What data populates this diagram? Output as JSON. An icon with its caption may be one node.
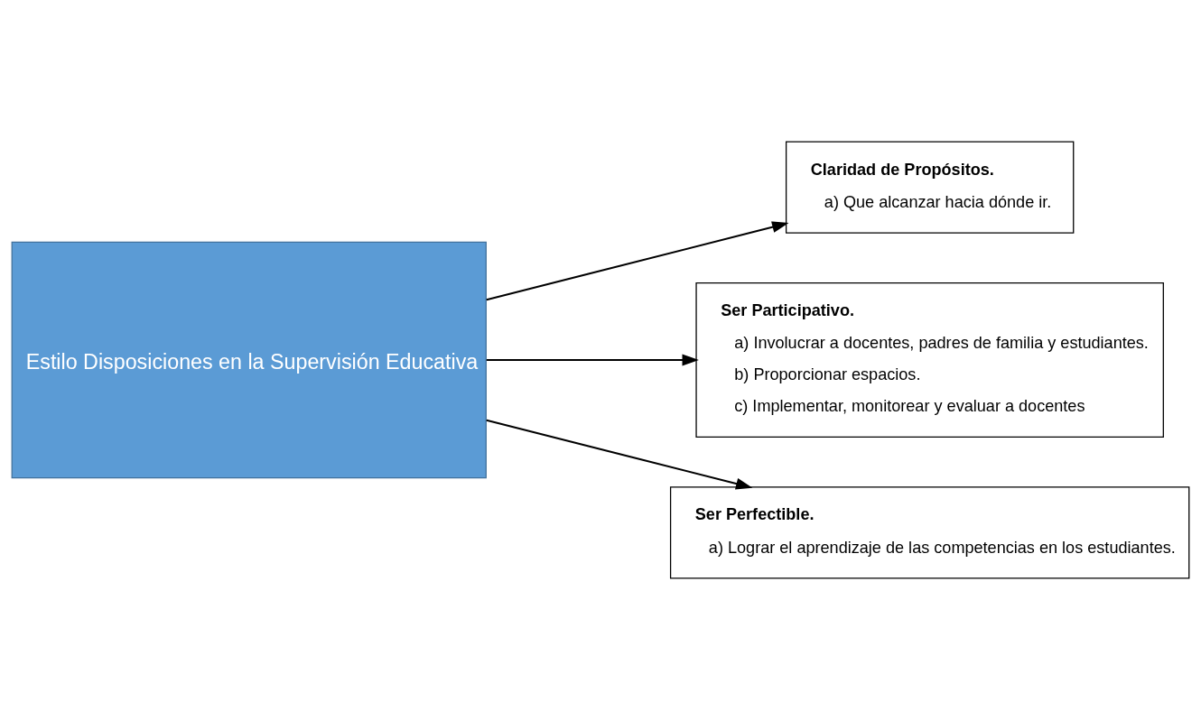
{
  "diagram": {
    "nodes": [
      {
        "text": [
          "Estilo Disposiciones en la Supervisión Educativa"
        ]
      },
      {
        "text": [
          "Claridad de Propósitos.",
          "a) Que alcanzar hacia dónde ir."
        ]
      },
      {
        "text": [
          "Ser Participativo.",
          "a) Involucrar a docentes, padres de familia y estudiantes.",
          "b) Proporcionar espacios.",
          "c) Implementar, monitorear y evaluar a docentes"
        ]
      },
      {
        "text": [
          "Ser Perfectible.",
          "a) Lograr el aprendizaje de las competencias en los estudiantes."
        ]
      }
    ],
    "edges": [
      {
        "from": 0,
        "to": 1,
        "arrow": "to"
      },
      {
        "from": 0,
        "to": 2,
        "arrow": "to"
      },
      {
        "from": 0,
        "to": 3,
        "arrow": "to"
      }
    ]
  }
}
